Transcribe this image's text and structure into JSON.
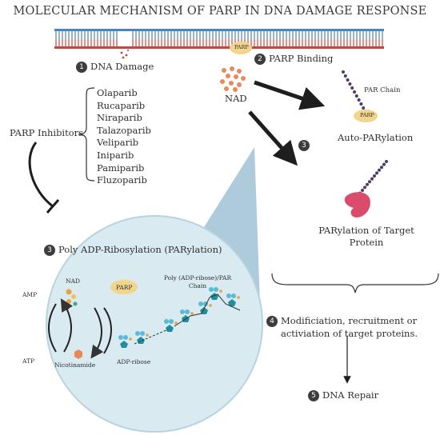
{
  "title": "MOLECULAR MECHANISM OF PARP IN DNA DAMAGE RESPONSE",
  "steps": {
    "s1": {
      "num": "1",
      "label": "DNA Damage"
    },
    "s2": {
      "num": "2",
      "label": "PARP Binding"
    },
    "s3": {
      "num": "3"
    },
    "s3b": {
      "num": "3",
      "label": "Poly ADP-Ribosylation (PARylation)"
    },
    "s4": {
      "num": "4",
      "label_line1": "Modificiation,  recruitment or",
      "label_line2": "activiation of target proteins."
    },
    "s5": {
      "num": "5",
      "label": "DNA Repair"
    }
  },
  "labels": {
    "nad_top": "NAD",
    "parp_on_dna": "PARP",
    "par_chain": "PAR Chain",
    "parp_auto": "PARP",
    "auto_parylation": "Auto-PARylation",
    "target_line1": "PARylation of Target",
    "target_line2": "Protein",
    "parp_inhibitors": "PARP Inhibitors"
  },
  "inhibitors": [
    "Olaparib",
    "Rucaparib",
    "Niraparib",
    "Talazoparib",
    "Veliparib",
    "Iniparib",
    "Pamiparib",
    "Fluzoparib"
  ],
  "circle": {
    "amp": "AMP",
    "nad": "NAD",
    "atp": "ATP",
    "nicotinamide": "Nicotinamide",
    "adp_ribose": "ADP-ribose",
    "parp": "PARP",
    "chain_line1": "Poly (ADP-ribose)/PAR",
    "chain_line2": "Chain"
  },
  "colors": {
    "dna_blue": "#4b86b9",
    "dna_red": "#c6453d",
    "parp_tan": "#f2d58c",
    "nad_orange": "#e8895a",
    "par_purple": "#4f3b6b",
    "target_pink": "#d94c6b",
    "circle_fill": "#d9eaf1",
    "teal": "#1f8fa0",
    "cyan": "#5bbbd6"
  }
}
